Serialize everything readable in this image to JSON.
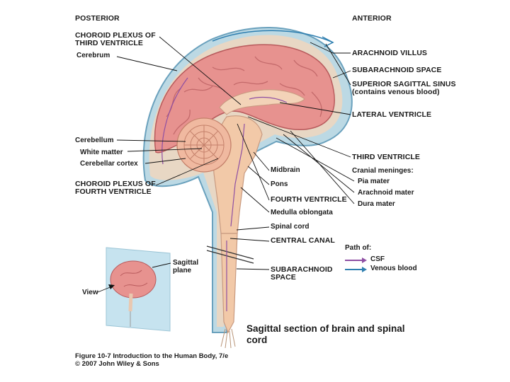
{
  "orientation": {
    "posterior": "POSTERIOR",
    "anterior": "ANTERIOR"
  },
  "left_labels": {
    "choroid_third": "CHOROID PLEXUS OF THIRD VENTRICLE",
    "cerebrum": "Cerebrum",
    "cerebellum": "Cerebellum",
    "white_matter": "White matter",
    "cerebellar_cortex": "Cerebellar cortex",
    "choroid_fourth": "CHOROID PLEXUS OF FOURTH VENTRICLE"
  },
  "right_labels": {
    "arachnoid_villus": "ARACHNOID VILLUS",
    "subarachnoid_space": "SUBARACHNOID SPACE",
    "superior_sagittal": "SUPERIOR SAGITTAL SINUS (contains venous blood)",
    "lateral_ventricle": "LATERAL VENTRICLE",
    "third_ventricle": "THIRD VENTRICLE",
    "cranial_meninges": "Cranial meninges:",
    "pia_mater": "Pia mater",
    "arachnoid_mater": "Arachnoid mater",
    "dura_mater": "Dura mater"
  },
  "center_labels": {
    "midbrain": "Midbrain",
    "pons": "Pons",
    "fourth_ventricle": "FOURTH VENTRICLE",
    "medulla": "Medulla oblongata",
    "spinal_cord": "Spinal cord",
    "central_canal": "CENTRAL CANAL",
    "subarachnoid_space_lower": "SUBARACHNOID SPACE"
  },
  "inset": {
    "sagittal_plane": "Sagittal plane",
    "view": "View"
  },
  "legend": {
    "title": "Path of:",
    "csf": "CSF",
    "venous_blood": "Venous blood",
    "csf_color": "#8e4fa3",
    "venous_color": "#2f7fb0"
  },
  "title": "Sagittal section of brain and spinal cord",
  "figure": {
    "line1": "Figure 10-7  Introduction to the Human Body, 7/e",
    "line2": "© 2007 John Wiley & Sons"
  }
}
